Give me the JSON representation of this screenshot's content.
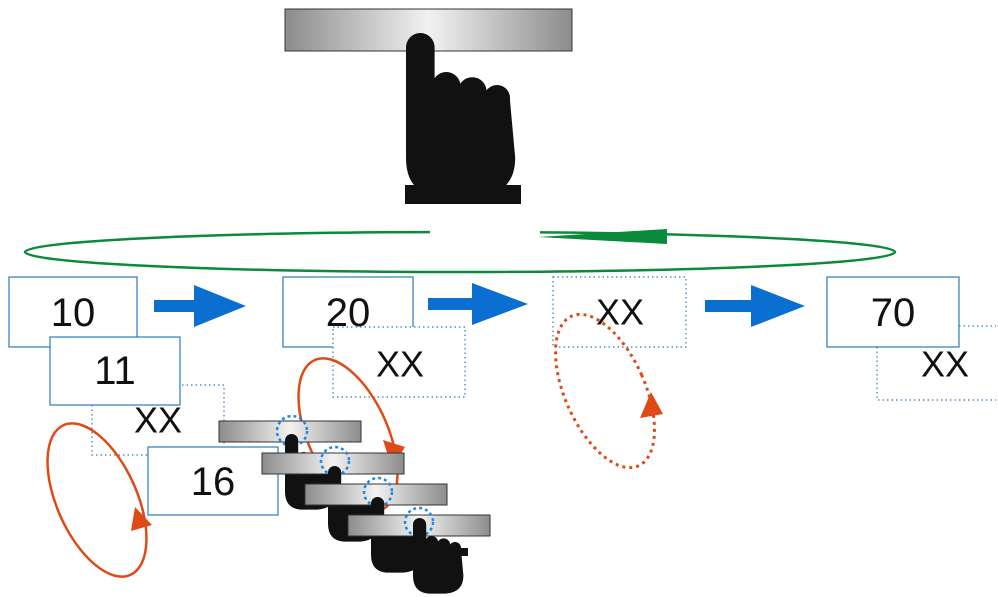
{
  "colors": {
    "box_border": "#2b7bc0",
    "arrow_blue": "#0a6fd0",
    "cycle_green": "#0a8a3a",
    "loop_orange": "#e04a16",
    "hand_black": "#111111",
    "dashed_blue": "#1e88e5"
  },
  "icons": {
    "main_hand": "pointing-hand-icon",
    "step_hands": "pointing-hand-icon",
    "bars": "press-button-bar"
  },
  "sequence": {
    "node_1": {
      "label": "10"
    },
    "node_2": {
      "label": "20"
    },
    "node_3": {
      "label": "XX"
    },
    "node_4": {
      "label": "70"
    }
  },
  "branch_1": {
    "child_1": {
      "label": "11"
    },
    "child_2": {
      "label": "XX"
    },
    "child_3": {
      "label": "16"
    }
  },
  "branch_2": {
    "child_1": {
      "label": "XX"
    }
  },
  "branch_4": {
    "child_1": {
      "label": "XX"
    }
  }
}
